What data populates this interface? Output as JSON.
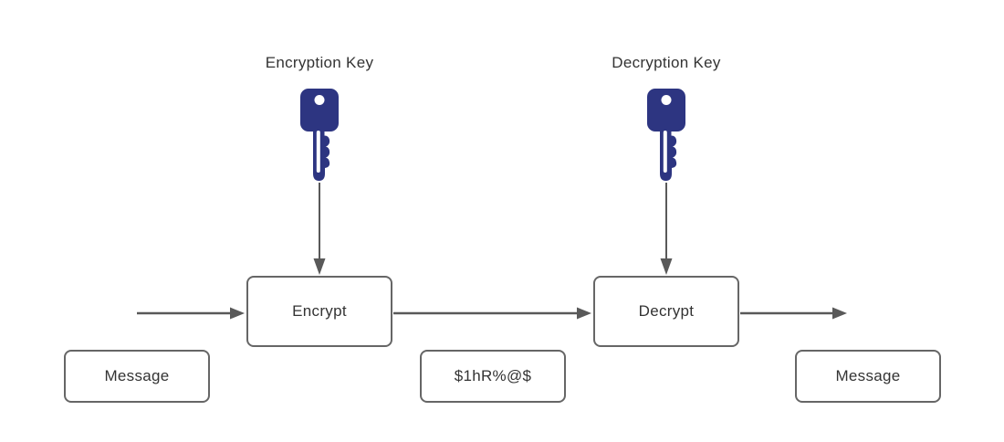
{
  "diagram": {
    "type": "encryption-flow"
  },
  "labels": {
    "encryption_key": "Encryption Key",
    "decryption_key": "Decryption Key"
  },
  "nodes": {
    "encrypt": "Encrypt",
    "decrypt": "Decrypt",
    "message_input": "Message",
    "ciphertext": "$1hR%@$",
    "message_output": "Message"
  },
  "icons": {
    "encryption_key": "key-icon",
    "decryption_key": "key-icon"
  },
  "colors": {
    "canvas_bg": "#ffffff",
    "key_fill": "#2d3581",
    "line": "#595959",
    "box_border": "#666666",
    "text": "#333333"
  }
}
